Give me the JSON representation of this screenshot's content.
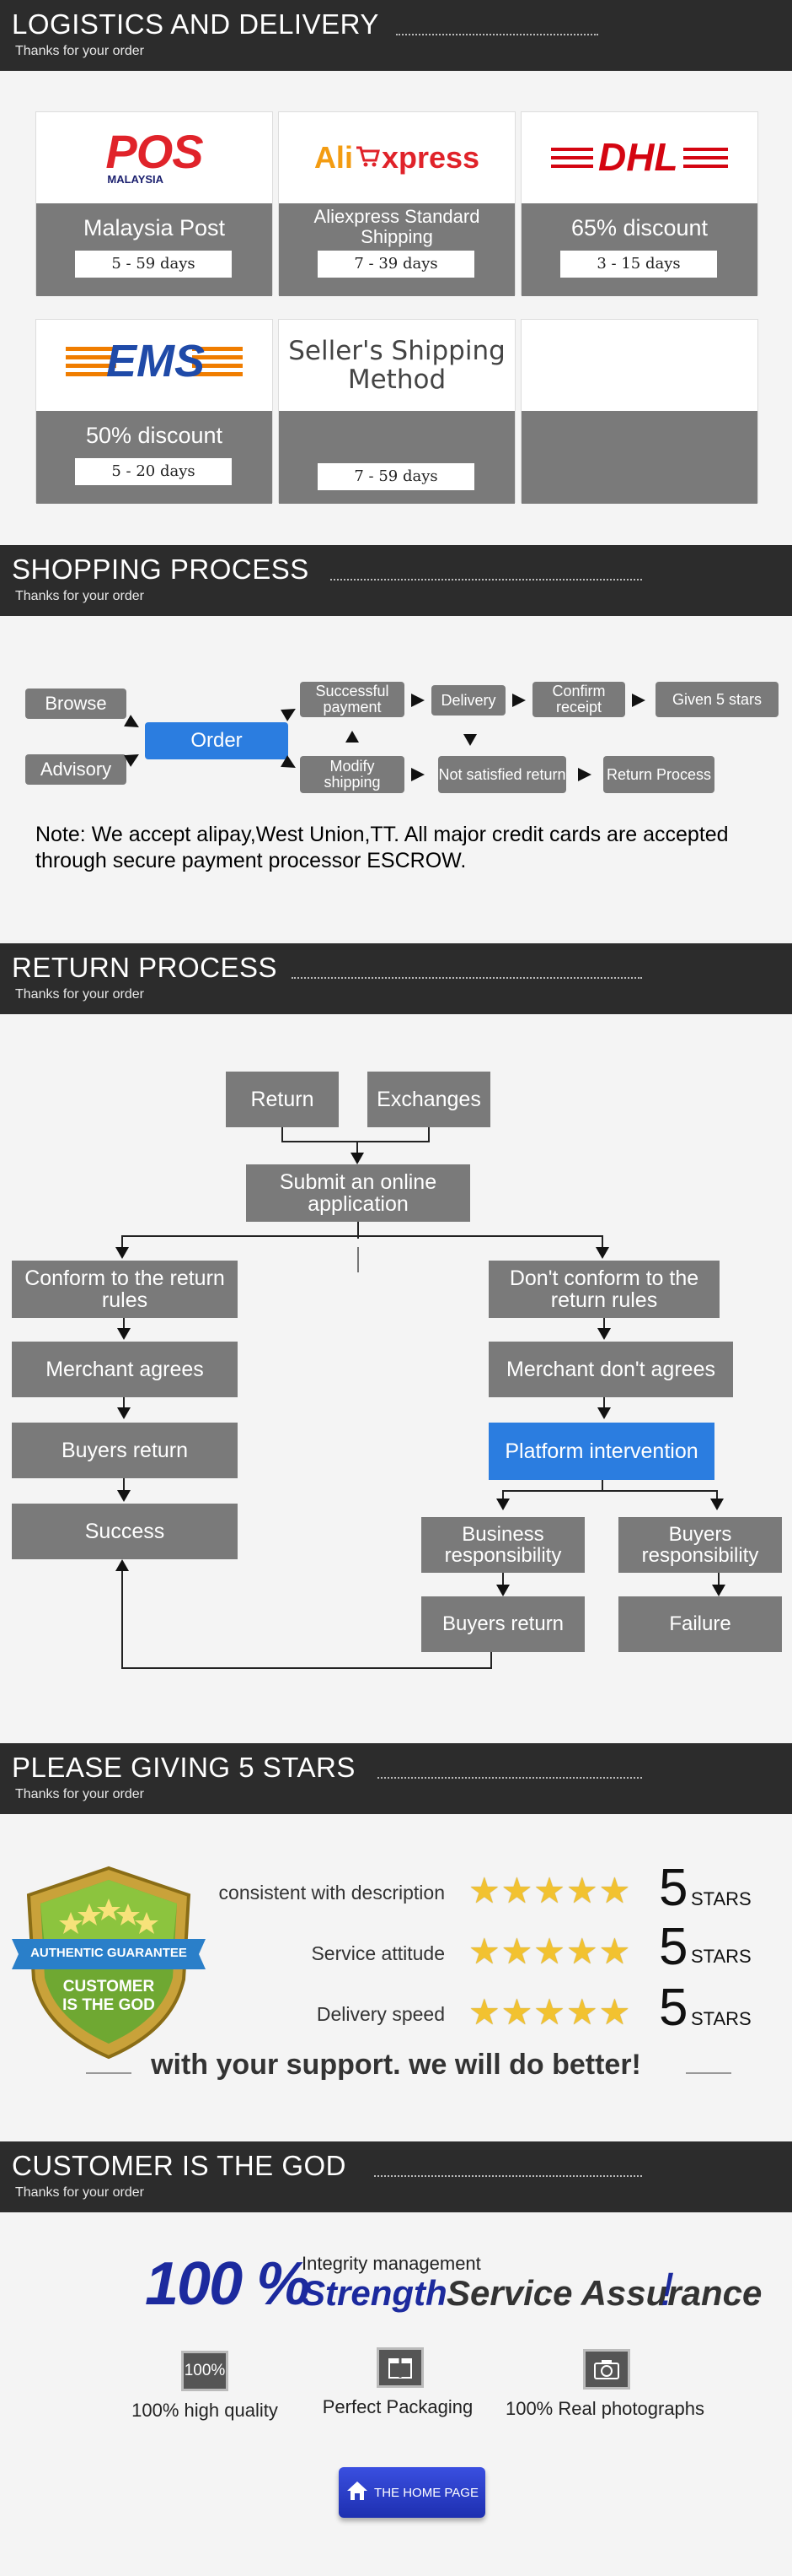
{
  "logistics": {
    "title": "LOGISTICS AND DELIVERY",
    "subtitle": "Thanks for your order",
    "cards": [
      {
        "logo": "POS MALAYSIA",
        "logo_main": "POS",
        "logo_sub": "MALAYSIA",
        "name": "Malaysia Post",
        "days": "5 - 59  days"
      },
      {
        "logo": "AliExpress",
        "logo_a": "Ali",
        "logo_b": "xpress",
        "name": "Aliexpress Standard Shipping",
        "days": "7 - 39  days"
      },
      {
        "logo": "DHL",
        "name": "65% discount",
        "days": "3 - 15  days"
      },
      {
        "logo": "EMS",
        "name": "50% discount",
        "days": "5 - 20  days"
      },
      {
        "logo": "Seller's Shipping Method",
        "name": "",
        "days": "7 - 59  days"
      },
      {
        "logo": "",
        "name": "",
        "days": ""
      }
    ]
  },
  "shopping": {
    "title": "SHOPPING PROCESS",
    "subtitle": "Thanks for your order",
    "steps": {
      "browse": "Browse",
      "advisory": "Advisory",
      "order": "Order",
      "successful_payment": "Successful payment",
      "delivery": "Delivery",
      "confirm_receipt": "Confirm receipt",
      "given_stars": "Given 5 stars",
      "modify_shipping": "Modify shipping",
      "not_satisfied": "Not satisfied return",
      "return_process": "Return Process"
    },
    "note": "Note: We accept alipay,West Union,TT. All major credit cards are accepted through secure payment processor ESCROW."
  },
  "returns": {
    "title": "RETURN PROCESS",
    "subtitle": "Thanks for your order",
    "steps": {
      "return": "Return",
      "exchanges": "Exchanges",
      "submit": "Submit an online application",
      "conform": "Conform to the return rules",
      "not_conform": "Don't conform to the return rules",
      "merchant_agrees": "Merchant agrees",
      "merchant_dont": "Merchant don't agrees",
      "buyers_return": "Buyers return",
      "platform": "Platform intervention",
      "success": "Success",
      "business_resp": "Business responsibility",
      "buyers_resp": "Buyers responsibility",
      "buyers_return2": "Buyers return",
      "failure": "Failure"
    }
  },
  "rating": {
    "title": "PLEASE GIVING 5 STARS",
    "subtitle": "Thanks for your order",
    "badge_top": "AUTHENTIC GUARANTEE",
    "badge_main": "CUSTOMER IS THE GOD",
    "rows": [
      {
        "label": "consistent with description",
        "stars": 5,
        "number": "5",
        "word": "STARS"
      },
      {
        "label": "Service attitude",
        "stars": 5,
        "number": "5",
        "word": "STARS"
      },
      {
        "label": "Delivery speed",
        "stars": 5,
        "number": "5",
        "word": "STARS"
      }
    ],
    "support": "with your support. we will do better!"
  },
  "customer": {
    "title": "CUSTOMER IS THE GOD",
    "subtitle": "Thanks for your order",
    "headline_pct": "100 %",
    "integrity": "Integrity management",
    "strength": "Strength",
    "assurance": "Service Assurance",
    "features": [
      {
        "icon_text": "100%",
        "label": "100% high quality"
      },
      {
        "icon_text": "",
        "label": "Perfect Packaging"
      },
      {
        "icon_text": "",
        "label": "100% Real photographs"
      }
    ],
    "home_button": "THE HOME PAGE"
  },
  "colors": {
    "header_bg": "#2c2c2c",
    "box_gray": "#7a7a7a",
    "accent_blue": "#2b7de0",
    "star_gold": "#f2c230"
  }
}
